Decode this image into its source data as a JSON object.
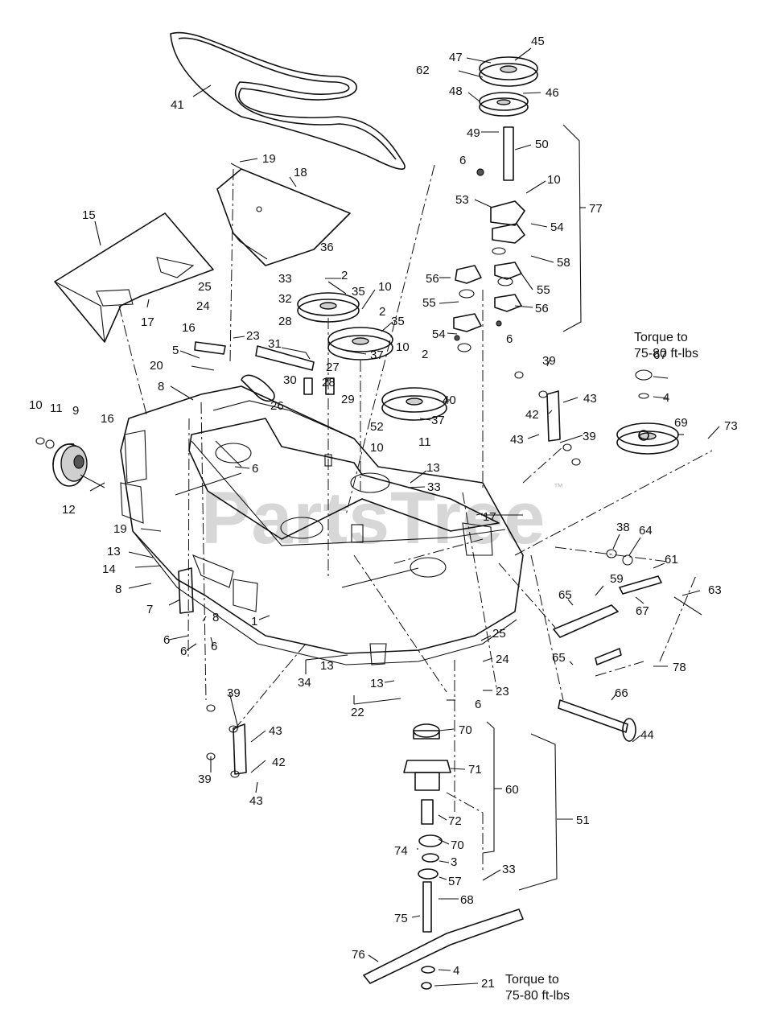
{
  "watermark": {
    "brand": "PartsTree",
    "trademark": "™"
  },
  "torque_notes": [
    {
      "line1": "Torque to",
      "line2": "75-80 ft-lbs"
    },
    {
      "line1": "Torque to",
      "line2": "75-80 ft-lbs"
    }
  ],
  "callouts": {
    "c1": "1",
    "c2a": "2",
    "c2b": "2",
    "c2c": "2",
    "c3": "3",
    "c4a": "4",
    "c4b": "4",
    "c5": "5",
    "c6a": "6",
    "c6b": "6",
    "c6c": "6",
    "c6d": "6",
    "c6e": "6",
    "c6f": "6",
    "c6g": "6",
    "c7": "7",
    "c8a": "8",
    "c8b": "8",
    "c8c": "8",
    "c9": "9",
    "c10a": "10",
    "c10b": "10",
    "c10c": "10",
    "c10d": "10",
    "c10e": "10",
    "c11a": "11",
    "c11b": "11",
    "c12": "12",
    "c13a": "13",
    "c13b": "13",
    "c13c": "13",
    "c13d": "13",
    "c14": "14",
    "c15": "15",
    "c16a": "16",
    "c16b": "16",
    "c17a": "17",
    "c17b": "17",
    "c18": "18",
    "c19a": "19",
    "c19b": "19",
    "c20": "20",
    "c21": "21",
    "c22": "22",
    "c23a": "23",
    "c23b": "23",
    "c24a": "24",
    "c24b": "24",
    "c25a": "25",
    "c25b": "25",
    "c26": "26",
    "c27": "27",
    "c28a": "28",
    "c28b": "28",
    "c29": "29",
    "c30": "30",
    "c31": "31",
    "c32": "32",
    "c33a": "33",
    "c33b": "33",
    "c33c": "33",
    "c34": "34",
    "c35a": "35",
    "c35b": "35",
    "c36": "36",
    "c37a": "37",
    "c37b": "37",
    "c38": "38",
    "c39a": "39",
    "c39b": "39",
    "c39c": "39",
    "c39d": "39",
    "c40": "40",
    "c41": "41",
    "c42a": "42",
    "c42b": "42",
    "c43a": "43",
    "c43b": "43",
    "c43c": "43",
    "c43d": "43",
    "c44": "44",
    "c45": "45",
    "c46": "46",
    "c47": "47",
    "c48": "48",
    "c49": "49",
    "c50": "50",
    "c51": "51",
    "c52": "52",
    "c53": "53",
    "c54a": "54",
    "c54b": "54",
    "c55a": "55",
    "c55b": "55",
    "c56a": "56",
    "c56b": "56",
    "c57": "57",
    "c58": "58",
    "c59": "59",
    "c60": "60",
    "c61": "61",
    "c62": "62",
    "c63": "63",
    "c64": "64",
    "c65a": "65",
    "c65b": "65",
    "c66": "66",
    "c67a": "67",
    "c67b": "67",
    "c68": "68",
    "c69": "69",
    "c70a": "70",
    "c70b": "70",
    "c71": "71",
    "c72": "72",
    "c73": "73",
    "c74": "74",
    "c75": "75",
    "c76": "76",
    "c77": "77",
    "c78": "78"
  }
}
